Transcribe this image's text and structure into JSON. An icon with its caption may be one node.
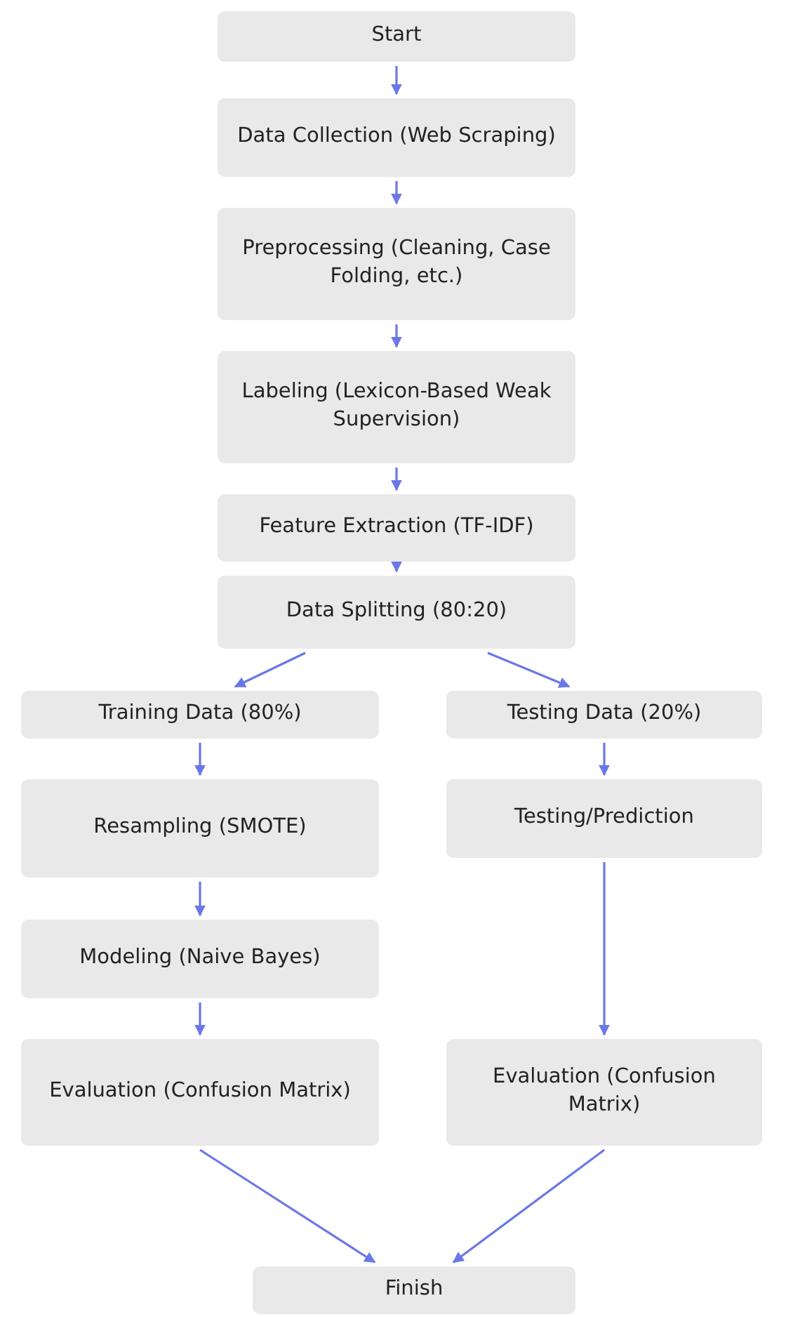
{
  "diagram": {
    "nodes": [
      {
        "text": [
          "Start"
        ]
      },
      {
        "text": [
          "Data Collection (Web Scraping)"
        ]
      },
      {
        "text": [
          "Preprocessing (Cleaning, Case Folding, etc.)"
        ]
      },
      {
        "text": [
          "Labeling (Lexicon-Based Weak Supervision)"
        ]
      },
      {
        "text": [
          "Feature Extraction (TF-IDF)"
        ]
      },
      {
        "text": [
          "Data Splitting (80:20)"
        ]
      },
      {
        "text": [
          "Training Data (80%)"
        ]
      },
      {
        "text": [
          "Testing Data (20%)"
        ]
      },
      {
        "text": [
          "Resampling (SMOTE)"
        ]
      },
      {
        "text": [
          "Testing/Prediction"
        ]
      },
      {
        "text": [
          "Modeling (Naive Bayes)"
        ]
      },
      {
        "text": [
          "Evaluation (Confusion Matrix)"
        ]
      },
      {
        "text": [
          "Evaluation (Confusion Matrix)"
        ]
      },
      {
        "text": [
          "Finish"
        ]
      }
    ],
    "edges": [
      {
        "from": 0,
        "to": 1,
        "arrow": "to"
      },
      {
        "from": 1,
        "to": 2,
        "arrow": "to"
      },
      {
        "from": 2,
        "to": 3,
        "arrow": "to"
      },
      {
        "from": 3,
        "to": 4,
        "arrow": "to"
      },
      {
        "from": 4,
        "to": 5,
        "arrow": "to"
      },
      {
        "from": 5,
        "to": 6,
        "arrow": "to"
      },
      {
        "from": 5,
        "to": 7,
        "arrow": "to"
      },
      {
        "from": 6,
        "to": 8,
        "arrow": "to"
      },
      {
        "from": 7,
        "to": 9,
        "arrow": "to"
      },
      {
        "from": 8,
        "to": 10,
        "arrow": "to"
      },
      {
        "from": 10,
        "to": 11,
        "arrow": "to"
      },
      {
        "from": 9,
        "to": 12,
        "arrow": "to"
      },
      {
        "from": 11,
        "to": 13,
        "arrow": "to"
      },
      {
        "from": 12,
        "to": 13,
        "arrow": "to"
      }
    ]
  }
}
